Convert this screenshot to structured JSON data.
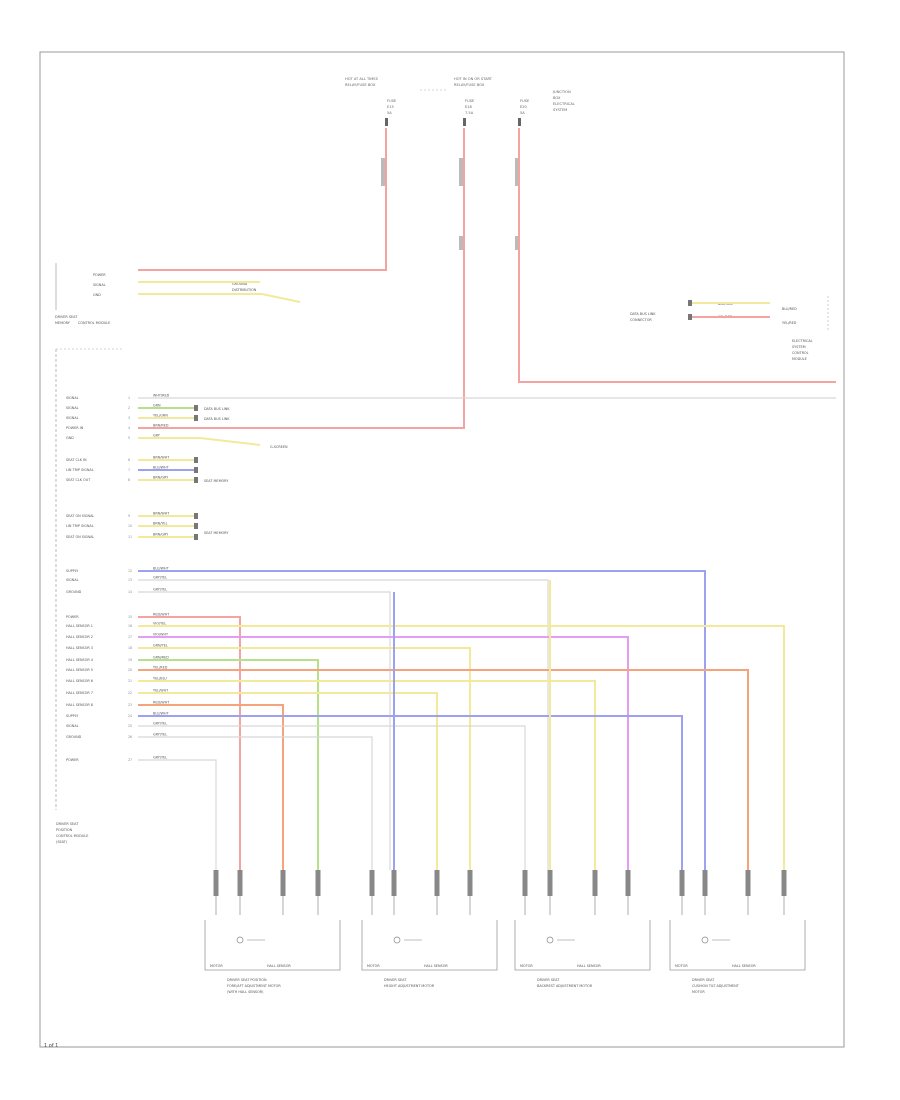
{
  "fuses": [
    {
      "id": "f1",
      "title": [
        "HOT AT ALL TIMES",
        "RELAY/FUSE BOX"
      ],
      "fuse": [
        "FUSE",
        "E15",
        "5A"
      ]
    },
    {
      "id": "f2",
      "title": [
        "HOT IN ON OR START",
        "RELAY/FUSE BOX"
      ],
      "fuse": [
        "FUSE",
        "E18",
        "7.5A"
      ]
    },
    {
      "id": "f3",
      "title": [
        "JUNCTION",
        "BOX",
        "ELECTRICAL",
        "SYSTEM"
      ],
      "fuse": [
        "FUSE",
        "E20",
        "5A"
      ]
    }
  ],
  "left_module": {
    "name_lines": [
      "DRIVER SEAT",
      "MEMORY",
      "CONTROL MODULE"
    ],
    "top_connector_label": [
      "GROUND",
      "DISTRIBUTION"
    ],
    "top_pins": [
      "POWER",
      "SIGNAL",
      "GND"
    ]
  },
  "main_module": {
    "name_lines": [
      "DRIVER SEAT",
      "POSITION",
      "CONTROL MODULE",
      "(SEAT)"
    ]
  },
  "pin_labels": [
    "SIGNAL",
    "SIGNAL",
    "SIGNAL",
    "POWER IN",
    "GND",
    "SEAT CLK IN",
    "LIN TRIP SIGNAL",
    "SEAT CLK OUT",
    "SEAT ON SIGNAL",
    "LIN TRIP SIGNAL",
    "SEAT ON SIGNAL",
    "SUPPLY",
    "SIGNAL",
    "GROUND",
    "POWER",
    "HALL SENSOR 1",
    "HALL SENSOR 2",
    "HALL SENSOR 3",
    "HALL SENSOR 4",
    "HALL SENSOR 5",
    "HALL SENSOR 6",
    "HALL SENSOR 7",
    "HALL SENSOR 8",
    "SUPPLY",
    "SIGNAL",
    "GROUND",
    "POWER"
  ],
  "wire_labels": [
    "WHT/RED",
    "GRN",
    "YEL/GRN",
    "BRN/RED",
    "GRY",
    "BRN/WHT",
    "BLU/WHT",
    "BRN/GRY",
    "BRN/WHT",
    "BRN/YEL",
    "BRN/GRY",
    "BLU/WHT",
    "GRY/YEL",
    "GRY/YEL",
    "RED/WHT",
    "VIO/YEL",
    "VIO/WHT",
    "GRN/YEL",
    "GRN/RED",
    "YEL/RED",
    "YEL/BLU",
    "YEL/WHT",
    "RED/WHT",
    "BLU/WHT",
    "GRY/YEL",
    "GRY/YEL",
    "GRY/YEL"
  ],
  "side_refs": [
    "DATA BUS LINK",
    "DATA BUS LINK",
    "SEAT MEMORY",
    "SEAT MEMORY",
    "G-SCREEN"
  ],
  "right_connector": {
    "label": [
      "DATA BUS LINK",
      "CONNECTOR"
    ],
    "wires": [
      "BLU/RED",
      "YEL/RED"
    ],
    "right_text": [
      "BLU/RED",
      "YEL/RED"
    ],
    "module_name": [
      "ELECTRICAL",
      "SYSTEM",
      "CONTROL",
      "MODULE"
    ]
  },
  "bottom_modules": [
    {
      "caption": [
        "DRIVER SEAT POSITION",
        "FORE/AFT ADJUSTMENT MOTOR",
        "(WITH HALL SENSOR)"
      ],
      "motor": "MOTOR",
      "sensor": "HALL SENSOR"
    },
    {
      "caption": [
        "DRIVER SEAT",
        "HEIGHT ADJUSTMENT MOTOR"
      ],
      "motor": "MOTOR",
      "sensor": "HALL SENSOR"
    },
    {
      "caption": [
        "DRIVER SEAT",
        "BACKREST ADJUSTMENT MOTOR"
      ],
      "motor": "MOTOR",
      "sensor": "HALL SENSOR"
    },
    {
      "caption": [
        "DRIVER SEAT",
        "CUSHION TILT ADJUSTMENT",
        "MOTOR"
      ],
      "motor": "MOTOR",
      "sensor": "HALL SENSOR"
    }
  ],
  "page_number": "1 of 1",
  "colors": {
    "red": "#f4a3a3",
    "green": "#b6e08a",
    "yellow": "#f2ea9a",
    "orange": "#f5a37a",
    "blue": "#9ea0f2",
    "violet": "#e49df0",
    "gray": "#d8d8d8",
    "frame": "#888888"
  }
}
